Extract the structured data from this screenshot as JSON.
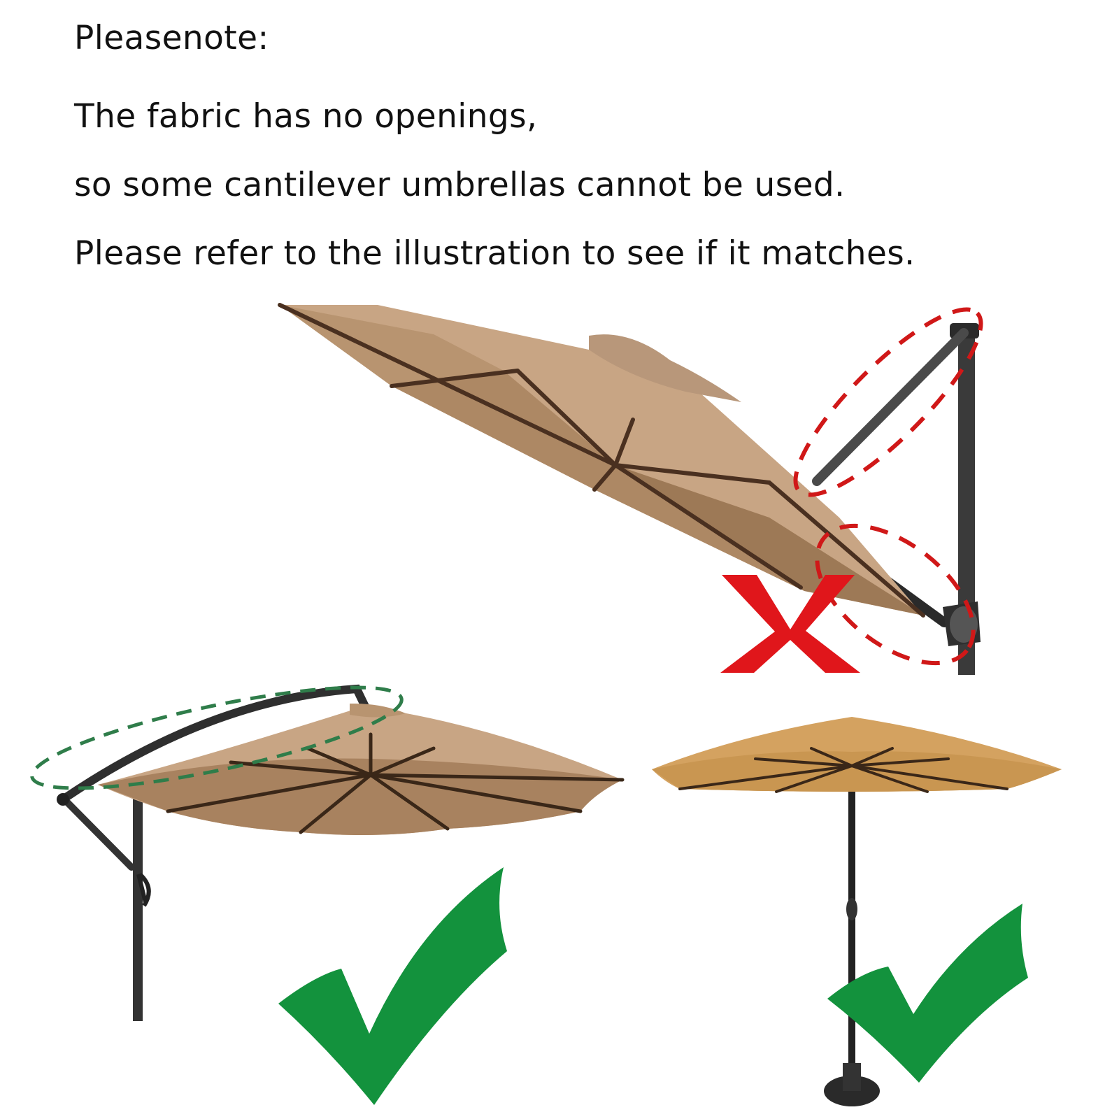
{
  "note": {
    "heading": "Pleasenote:",
    "lines": [
      "The fabric has no openings,",
      "so some cantilever umbrellas cannot be used.",
      "Please refer to the illustration to see if it matches."
    ]
  },
  "colors": {
    "canopy_top": "#c8a584",
    "canopy_under": "#a8825f",
    "canopy_market": "#d4a260",
    "pole": "#3a3a3a",
    "rib": "#4a3020",
    "reject_mark": "#e0161b",
    "reject_dashes": "#d01818",
    "accept_mark": "#13923d",
    "accept_dashes": "#2f7d4a"
  },
  "icons": {
    "reject": "cross-mark-icon",
    "accept": "check-mark-icon"
  }
}
